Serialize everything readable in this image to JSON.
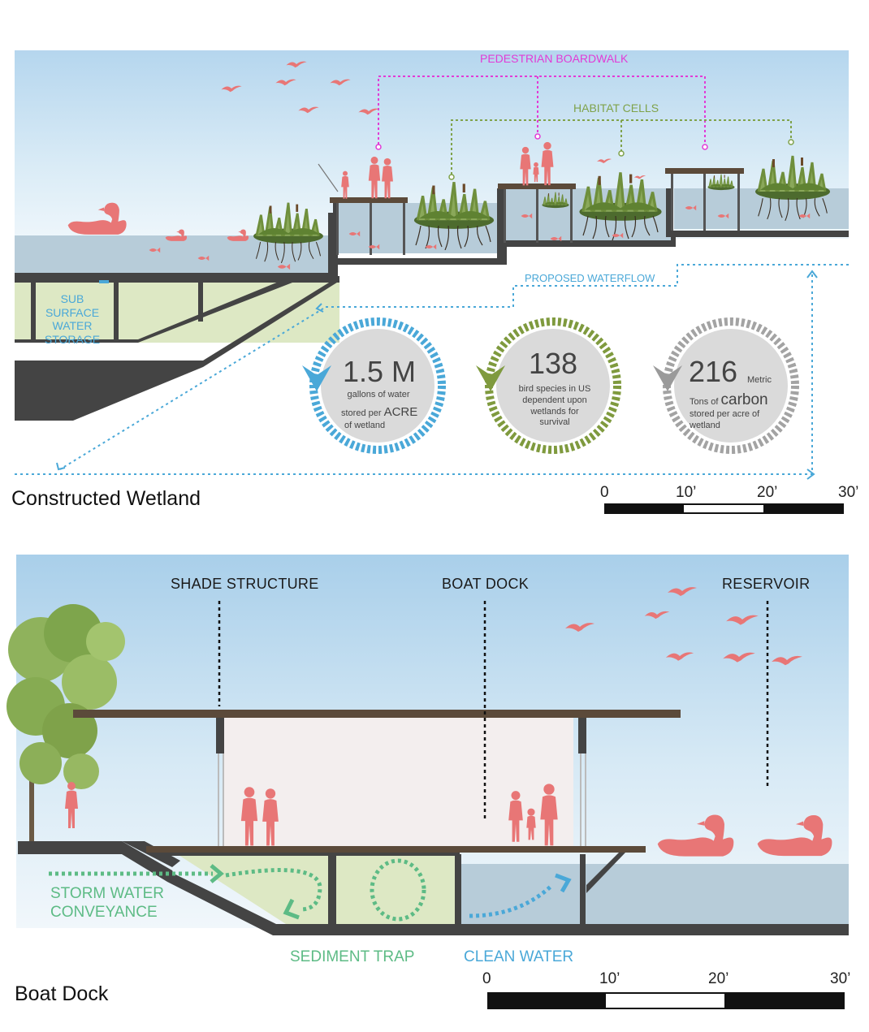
{
  "wetland": {
    "title": "Constructed Wetland",
    "labels": {
      "boardwalk": "PEDESTRIAN BOARDWALK",
      "habitat": "HABITAT CELLS",
      "waterflow": "PROPOSED WATERFLOW",
      "storage_1": "SUB",
      "storage_2": "SURFACE",
      "storage_3": "WATER",
      "storage_4": "STORAGE"
    },
    "stats": [
      {
        "value": "1.5 M",
        "line1": "gallons of water",
        "line2a": "stored per ",
        "line2b": "ACRE",
        "line3": "of wetland",
        "color": "#4aa8d8"
      },
      {
        "value": "138",
        "line1": "bird species in US",
        "line2a": "dependent upon",
        "line2b": "",
        "line3": "wetlands for",
        "line4": "survival",
        "color": "#7f9a3e"
      },
      {
        "value": "216",
        "unit": "Metric",
        "line1a": "Tons of ",
        "line1b": "carbon",
        "line2": "stored per acre of",
        "line3": "wetland",
        "color": "#a3a3a3"
      }
    ],
    "scale": [
      "0",
      "10’",
      "20’",
      "30’"
    ]
  },
  "dock": {
    "title": "Boat Dock",
    "labels": {
      "shade": "SHADE STRUCTURE",
      "dock": "BOAT DOCK",
      "reservoir": "RESERVOIR",
      "storm_1": "STORM WATER",
      "storm_2": "CONVEYANCE",
      "sediment": "SEDIMENT TRAP",
      "clean": "CLEAN WATER"
    },
    "scale": [
      "0",
      "10’",
      "20’",
      "30’"
    ]
  },
  "colors": {
    "magenta": "#e23bd6",
    "habitat_green": "#7fa24a",
    "flow_blue": "#4aa8d8",
    "storm_green": "#5dbb85",
    "figure_pink": "#e87676",
    "water": "#b7ccd9",
    "ground": "#444444",
    "storage": "#dde8c4"
  }
}
